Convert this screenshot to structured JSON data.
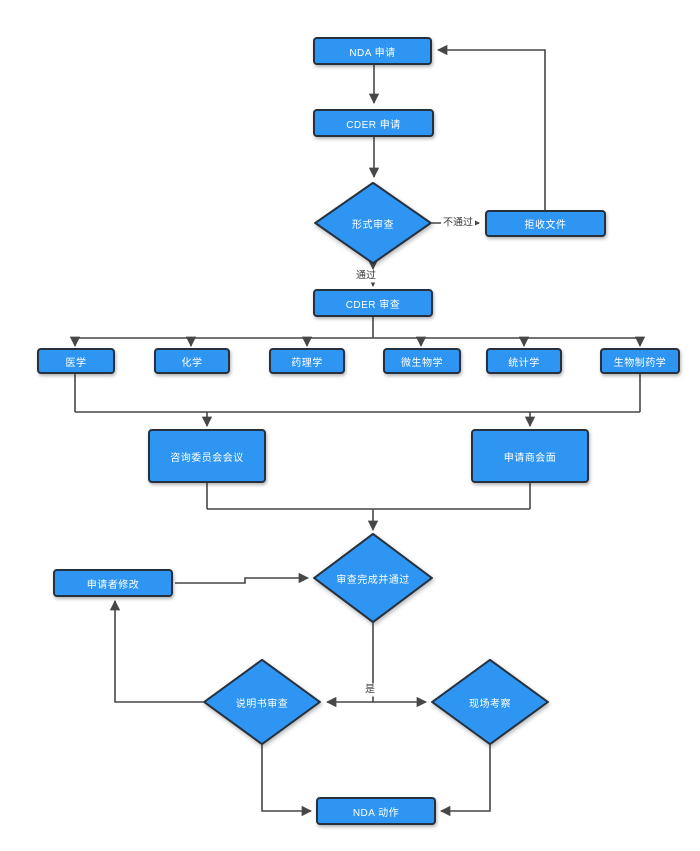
{
  "diagram_type": "flowchart",
  "nodes": {
    "nda_application": "NDA 申请",
    "cder_application": "CDER 申请",
    "formal_review": "形式审查",
    "reject_document": "拒收文件",
    "cder_review": "CDER 审查",
    "medicine": "医学",
    "chemistry": "化学",
    "pharmacology": "药理学",
    "microbiology": "微生物学",
    "statistics": "统计学",
    "biopharmaceutics": "生物制药学",
    "advisory_committee_meeting": "咨询委员会会议",
    "applicant_meeting": "申请商会面",
    "applicant_modification": "申请者修改",
    "review_complete_passed": "审查完成并通过",
    "label_review": "说明书审查",
    "site_inspection": "现场考察",
    "nda_action": "NDA 动作"
  },
  "edge_labels": {
    "not_pass": "不通过",
    "pass": "通过",
    "yes": "是"
  },
  "edges": [
    {
      "from": "nda_application",
      "to": "cder_application",
      "label": ""
    },
    {
      "from": "cder_application",
      "to": "formal_review",
      "label": ""
    },
    {
      "from": "formal_review",
      "to": "reject_document",
      "label": "不通过"
    },
    {
      "from": "reject_document",
      "to": "nda_application",
      "label": ""
    },
    {
      "from": "formal_review",
      "to": "cder_review",
      "label": "通过"
    },
    {
      "from": "cder_review",
      "to": "medicine",
      "label": ""
    },
    {
      "from": "cder_review",
      "to": "chemistry",
      "label": ""
    },
    {
      "from": "cder_review",
      "to": "pharmacology",
      "label": ""
    },
    {
      "from": "cder_review",
      "to": "microbiology",
      "label": ""
    },
    {
      "from": "cder_review",
      "to": "statistics",
      "label": ""
    },
    {
      "from": "cder_review",
      "to": "biopharmaceutics",
      "label": ""
    },
    {
      "from": "disciplines_bus",
      "to": "advisory_committee_meeting",
      "label": ""
    },
    {
      "from": "disciplines_bus",
      "to": "applicant_meeting",
      "label": ""
    },
    {
      "from": "advisory_committee_meeting",
      "to": "review_complete_passed",
      "label": ""
    },
    {
      "from": "applicant_meeting",
      "to": "review_complete_passed",
      "label": ""
    },
    {
      "from": "applicant_modification",
      "to": "review_complete_passed",
      "label": ""
    },
    {
      "from": "review_complete_passed",
      "to": "label_review",
      "label": "是"
    },
    {
      "from": "review_complete_passed",
      "to": "site_inspection",
      "label": "是"
    },
    {
      "from": "label_review",
      "to": "applicant_modification",
      "label": ""
    },
    {
      "from": "label_review",
      "to": "nda_action",
      "label": ""
    },
    {
      "from": "site_inspection",
      "to": "nda_action",
      "label": ""
    }
  ],
  "colors": {
    "node_fill": "#2E96F2",
    "node_border": "#25313E",
    "node_text": "#FFFFFF",
    "connector": "#474747",
    "edge_label_text": "#3D3D3D",
    "background": "#FFFFFF"
  }
}
